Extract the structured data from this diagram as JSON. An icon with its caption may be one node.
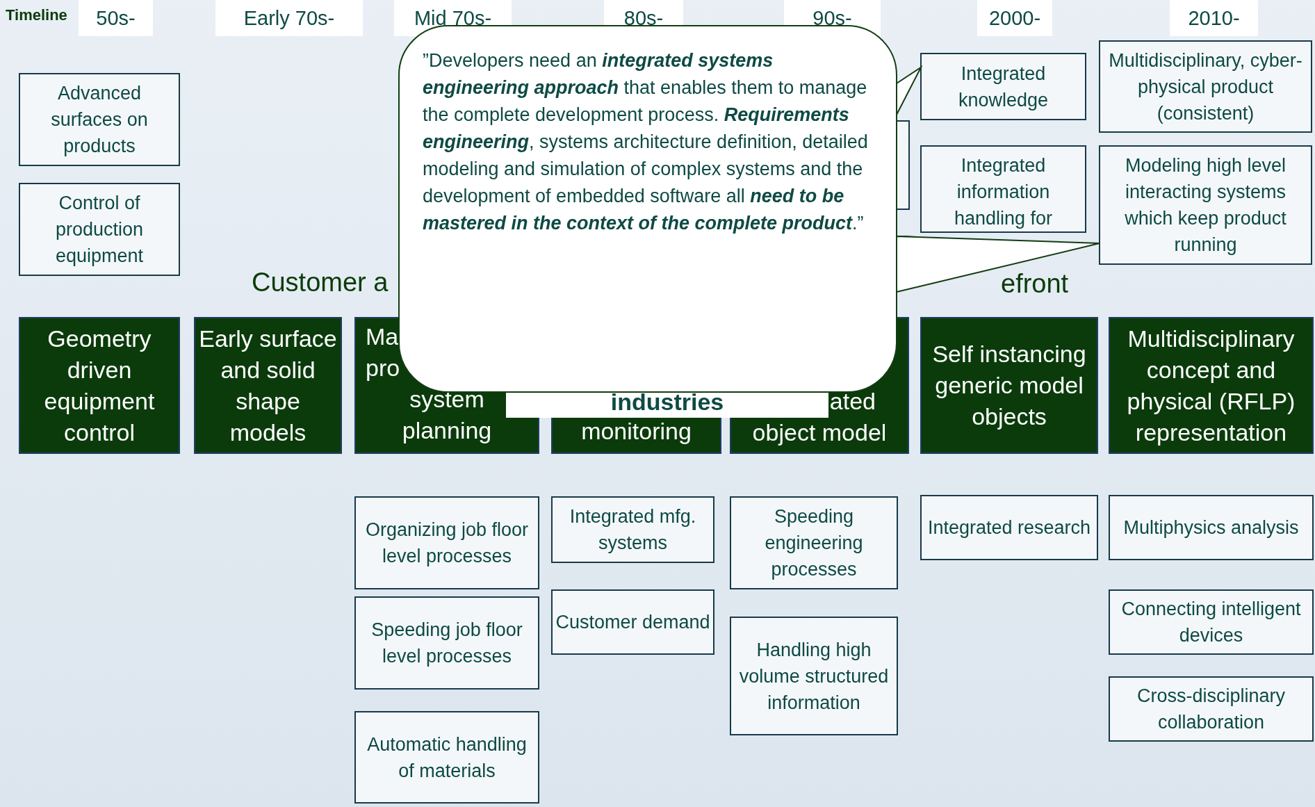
{
  "diagram": {
    "nodes": [
      {
        "text": [
          "Advanced surfaces on products"
        ]
      },
      {
        "text": [
          "Control of production equipment"
        ]
      },
      {
        "text": [
          "”Developers need an *integrated systems engineering approach* that enables them to manage the complete development process. *Requirements engineering*, systems architecture definition, detailed modeling and simulation of complex systems and the development of embedded software all *need to be mastered in the context of the complete product*.”"
        ]
      },
      {
        "text": [],
        "shape": "box"
      },
      {
        "text": [
          "Integrated knowledge"
        ]
      },
      {
        "text": [
          "Integrated information handling for"
        ]
      },
      {
        "text": [
          "Multidisciplinary, cyber-physical product (consistent)"
        ]
      },
      {
        "text": [
          "Modeling high level interacting systems which keep product running"
        ]
      },
      {
        "text": [
          "Geometry driven equipment control"
        ]
      },
      {
        "text": [
          "Early surface and solid shape models"
        ]
      },
      {
        "text": [
          "Ma",
          "pro",
          "system planning"
        ]
      },
      {
        "text": [
          "monitoring"
        ]
      },
      {
        "text": [
          "ated",
          "object model"
        ]
      },
      {
        "text": [
          "Self instancing generic model objects"
        ]
      },
      {
        "text": [
          "Multidisciplinary concept and physical (RFLP) representation"
        ]
      },
      {
        "text": [
          "industries"
        ]
      },
      {
        "text": [
          "Organizing job floor level processes"
        ]
      },
      {
        "text": [
          "Speeding job floor level processes"
        ]
      },
      {
        "text": [
          "Automatic handling of materials"
        ]
      },
      {
        "text": [
          "Integrated mfg. systems"
        ]
      },
      {
        "text": [
          "Customer demand"
        ]
      },
      {
        "text": [
          "Speeding engineering processes"
        ]
      },
      {
        "text": [
          "Handling high volume structured information"
        ]
      },
      {
        "text": [
          "Integrated research"
        ]
      },
      {
        "text": [
          "Multiphysics analysis"
        ]
      },
      {
        "text": [
          "Connecting intelligent devices"
        ]
      },
      {
        "text": [
          "Cross-disciplinary collaboration"
        ]
      }
    ],
    "edges": [
      {
        "from": 2,
        "to": 7,
        "arrow": "none"
      },
      {
        "from": 2,
        "to": 4,
        "arrow": "none"
      }
    ],
    "labels": [
      "Timeline",
      "50s-",
      "Early 70s-",
      "Mid 70s-",
      "80s-",
      "90s-",
      "2000-",
      "2010-",
      "Customer a",
      "efront"
    ]
  }
}
